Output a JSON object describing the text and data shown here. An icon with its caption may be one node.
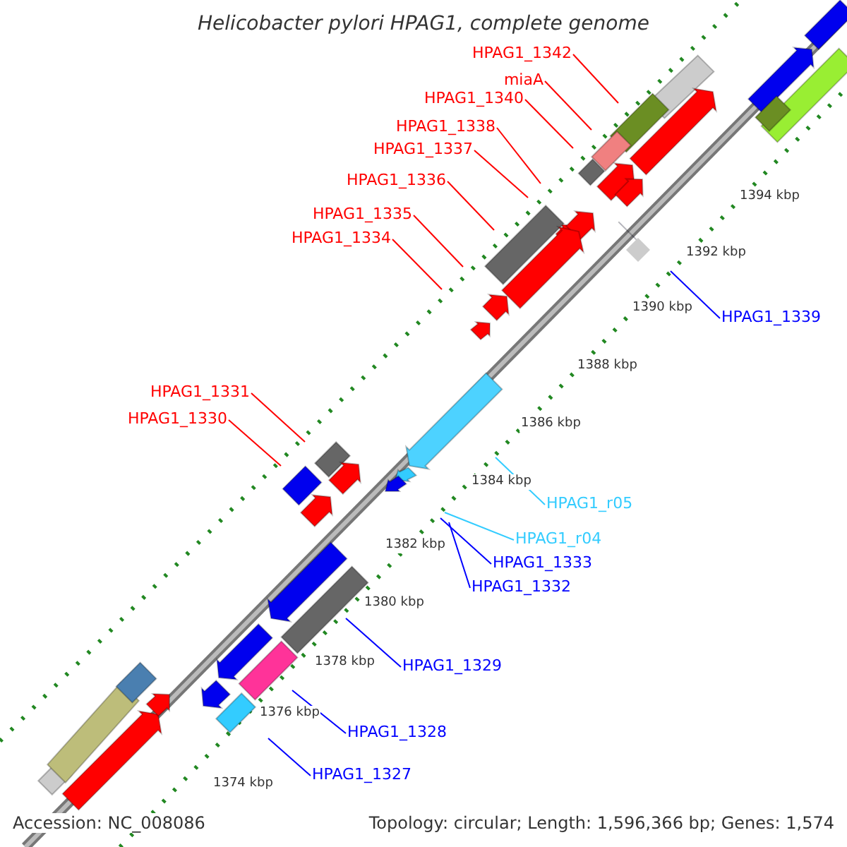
{
  "diagram": {
    "title": "Helicobacter pylori HPAG1, complete genome",
    "nodes": [
      {
        "text": [
          "HPAG1_1342"
        ]
      },
      {
        "text": [
          "miaA"
        ]
      },
      {
        "text": [
          "HPAG1_1340"
        ]
      },
      {
        "text": [
          "HPAG1_1338"
        ]
      },
      {
        "text": [
          "HPAG1_1337"
        ]
      },
      {
        "text": [
          "HPAG1_1336"
        ]
      },
      {
        "text": [
          "HPAG1_1335"
        ]
      },
      {
        "text": [
          "HPAG1_1334"
        ]
      },
      {
        "text": [
          "HPAG1_1339"
        ]
      },
      {
        "text": [
          "HPAG1_1331"
        ]
      },
      {
        "text": [
          "HPAG1_1330"
        ]
      },
      {
        "text": [
          "HPAG1_r05"
        ]
      },
      {
        "text": [
          "HPAG1_r04"
        ]
      },
      {
        "text": [
          "HPAG1_1333"
        ]
      },
      {
        "text": [
          "HPAG1_1332"
        ]
      },
      {
        "text": [
          "HPAG1_1329"
        ]
      },
      {
        "text": [
          "HPAG1_1328"
        ]
      },
      {
        "text": [
          "HPAG1_1327"
        ]
      }
    ],
    "edges": [
      {
        "from": 0,
        "to": null,
        "arrow": "none"
      },
      {
        "from": 1,
        "to": null,
        "arrow": "none"
      },
      {
        "from": 2,
        "to": null,
        "arrow": "none"
      },
      {
        "from": 3,
        "to": null,
        "arrow": "none"
      },
      {
        "from": 4,
        "to": null,
        "arrow": "none"
      },
      {
        "from": 5,
        "to": null,
        "arrow": "none"
      },
      {
        "from": 6,
        "to": null,
        "arrow": "none"
      },
      {
        "from": 7,
        "to": null,
        "arrow": "none"
      },
      {
        "from": 8,
        "to": null,
        "arrow": "none",
        "color": "#0000ff"
      },
      {
        "from": 9,
        "to": null,
        "arrow": "none"
      },
      {
        "from": 10,
        "to": null,
        "arrow": "none"
      },
      {
        "from": 11,
        "to": null,
        "arrow": "none",
        "color": "#33ccff"
      },
      {
        "from": 12,
        "to": null,
        "arrow": "none",
        "color": "#33ccff"
      },
      {
        "from": 13,
        "to": null,
        "arrow": "none",
        "color": "#0000ff"
      },
      {
        "from": 14,
        "to": null,
        "arrow": "none",
        "color": "#0000ff"
      },
      {
        "from": 15,
        "to": null,
        "arrow": "none",
        "color": "#0000ff"
      },
      {
        "from": 16,
        "to": null,
        "arrow": "none",
        "color": "#0000ff"
      },
      {
        "from": 17,
        "to": null,
        "arrow": "none",
        "color": "#0000ff"
      }
    ],
    "labels": [
      "1394 kbp",
      "1392 kbp",
      "1390 kbp",
      "1388 kbp",
      "1386 kbp",
      "1384 kbp",
      "1382 kbp",
      "1380 kbp",
      "1378 kbp",
      "1376 kbp",
      "1374 kbp",
      "Accession: NC_008086",
      "Topology: circular; Length: 1,596,366 bp; Genes: 1,574"
    ]
  }
}
